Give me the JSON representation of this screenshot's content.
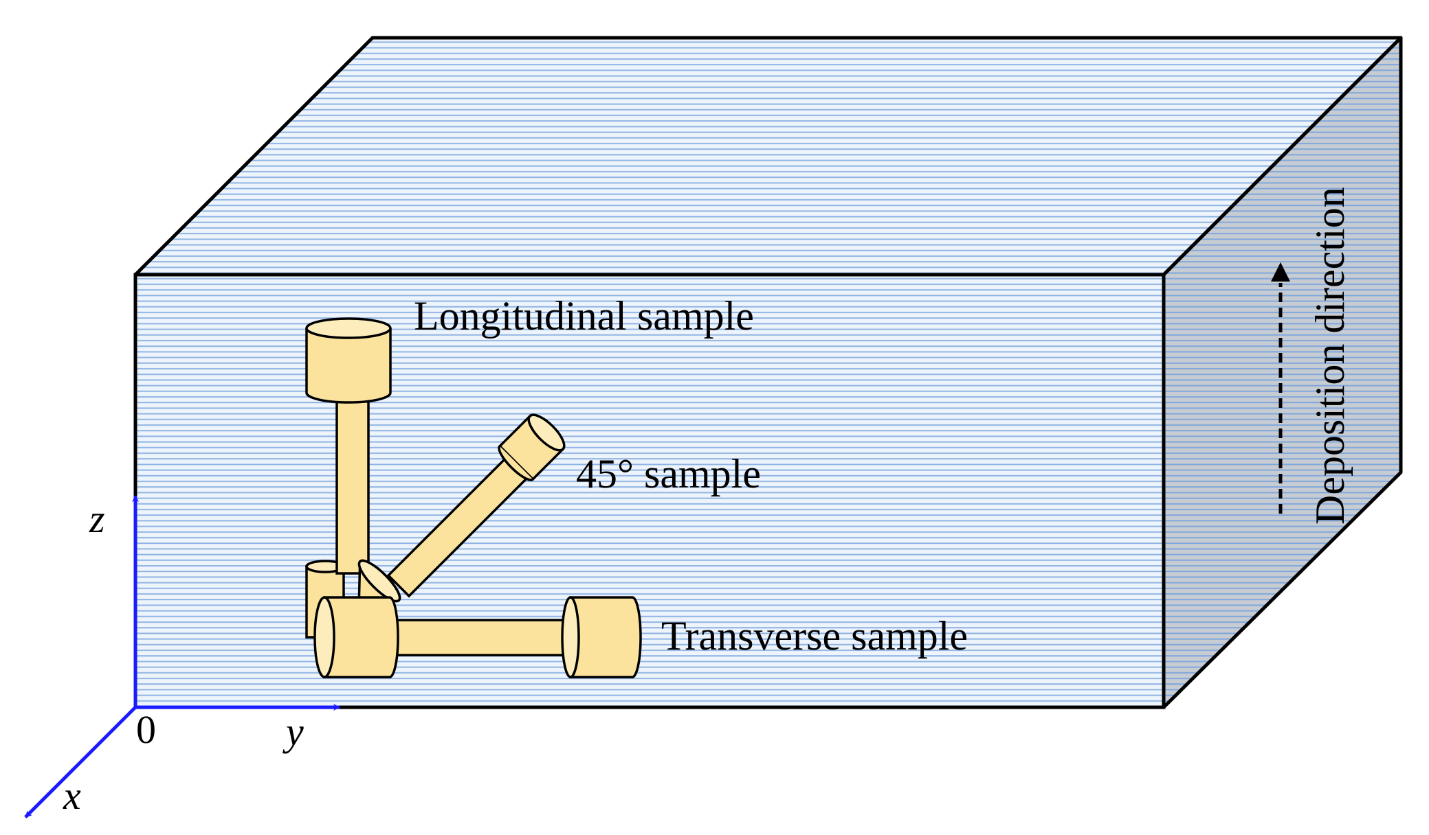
{
  "labels": {
    "longitudinal": "Longitudinal sample",
    "diagonal": "45° sample",
    "transverse": "Transverse sample",
    "deposition": "Deposition direction"
  },
  "axes": {
    "z": "z",
    "y": "y",
    "x": "x",
    "origin": "0"
  },
  "colors": {
    "block_face": "#eef4fb",
    "block_top": "#f3f7fc",
    "block_side": "#c7ccd3",
    "layer_lines": "#8fb4e3",
    "specimen_fill": "#fbe39e",
    "specimen_cap": "#fdedbc",
    "axis_color": "#1a1aff"
  }
}
